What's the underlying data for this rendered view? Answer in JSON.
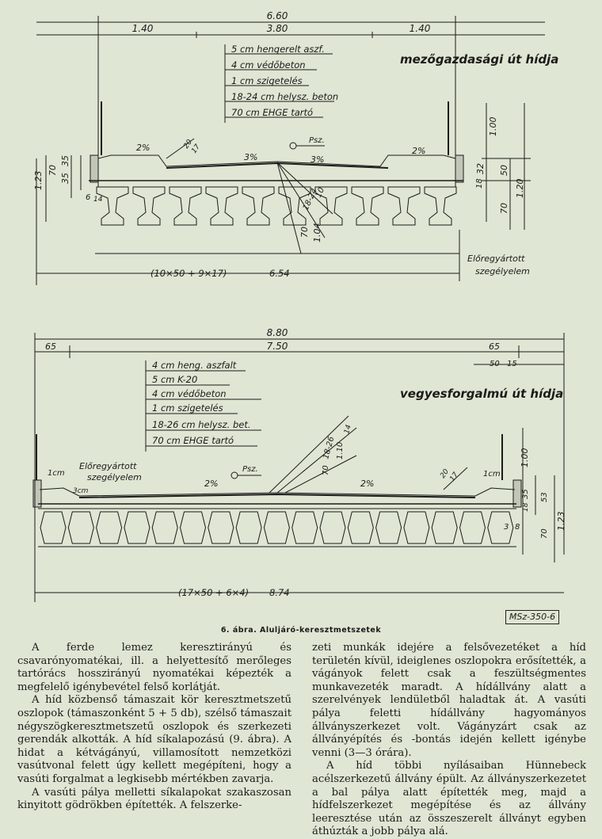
{
  "figure": {
    "top": {
      "title": "mezőgazdasági út hídja",
      "dims": {
        "total": "6.60",
        "left": "1.40",
        "mid": "3.80",
        "right": "1.40",
        "bottom_total": "6.54",
        "bottom_formula": "(10×50 + 9×17)"
      },
      "layers": [
        "5 cm hengerelt aszf.",
        "4 cm védőbeton",
        "1 cm szigetelés",
        "18-24 cm helysz. beton",
        "70 cm EHGE tartó"
      ],
      "slopes": {
        "s1": "2%",
        "s2": "3%",
        "s3": "3%",
        "s4": "2%"
      },
      "labels": {
        "psz": "Psz.",
        "precast_1": "Előregyártott",
        "precast_2": "szegélyelem"
      },
      "vdims_left": {
        "d1": "1.23",
        "d2": "70",
        "d3": "35",
        "d4": "35",
        "d5": "6",
        "d6": "14"
      },
      "vdims_right": {
        "d1": "1.00",
        "d2": "32",
        "d3": "50",
        "d4": "18",
        "d5": "1.20",
        "d6": "70"
      },
      "vdims_center": {
        "d1": "70",
        "d2": "1.04",
        "d3": "18-24",
        "d4": "10",
        "d5": "20",
        "d6": "17"
      }
    },
    "bottom": {
      "title": "vegyesforgalmú út hídja",
      "dims": {
        "total": "8.80",
        "left": "65",
        "mid": "7.50",
        "right": "65",
        "r1": "50",
        "r2": "15",
        "bottom_total": "8.74",
        "bottom_formula": "(17×50 + 6×4)"
      },
      "layers": [
        "4 cm heng. aszfalt",
        "5 cm K-20",
        "4 cm védőbeton",
        "1 cm szigetelés",
        "18-26 cm helysz. bet.",
        "70 cm EHGE tartó"
      ],
      "slopes": {
        "s1": "2%",
        "s2": "2%"
      },
      "labels": {
        "psz": "Psz.",
        "precast_1": "Előregyártott",
        "precast_2": "szegélyelem",
        "cm1": "1cm",
        "cm3": "3cm",
        "cm1r": "1cm"
      },
      "vdims_right": {
        "d1": "1.00",
        "d2": "35",
        "d3": "53",
        "d4": "18",
        "d5": "1.23",
        "d6": "70",
        "d7": "3",
        "d8": "8"
      },
      "vdims_center": {
        "d1": "18-26",
        "d2": "14",
        "d3": "1.10",
        "d4": "70",
        "d5": "20",
        "d6": "17"
      }
    },
    "code": "MSz-350-6",
    "caption": "6. ábra. Aluljáró-keresztmetszetek"
  },
  "text": {
    "left": [
      "A ferde lemez keresztirányú és csavarónyomatékai, ill. a helyettesítő merőleges tartórács hosszirányú nyomatékai képezték a megfelelő igénybevétel felső korlátját.",
      "A híd közbenső támaszait kör keresztmetszetű oszlopok (támaszonként 5 + 5 db), szélső támaszait négyszögkeresztmetszetű oszlopok és szerkezeti gerendák alkották. A híd síkalapozású (9. ábra). A hidat a kétvágányú, villamosított nemzetközi vasútvonal felett úgy kellett megépíteni, hogy a vasúti forgalmat a legkisebb mértékben zavarja.",
      "A vasúti pálya melletti síkalapokat szakaszosan kinyitott gödrökben építették. A felszerke-"
    ],
    "right": [
      "zeti munkák idejére a felsővezetéket a híd területén kívül, ideiglenes oszlopokra erősítették, a vágányok felett csak a feszültségmentes munkavezeték maradt. A hídállvány alatt a szerelvények lendületből haladtak át. A vasúti pálya feletti hídállvány hagyományos állványszerkezet volt. Vágányzárt csak az állványépítés és -bontás idején kellett igénybe venni (3—3 órára).",
      "A híd többi nyílásaiban Hünnebeck acélszerkezetű állvány épült. Az állványszerkezetet a bal pálya alatt építették meg, majd a hídfelszerkezet megépítése és az állvány leeresztése után az összeszerelt állványt egyben áthúzták a jobb pálya alá."
    ]
  }
}
